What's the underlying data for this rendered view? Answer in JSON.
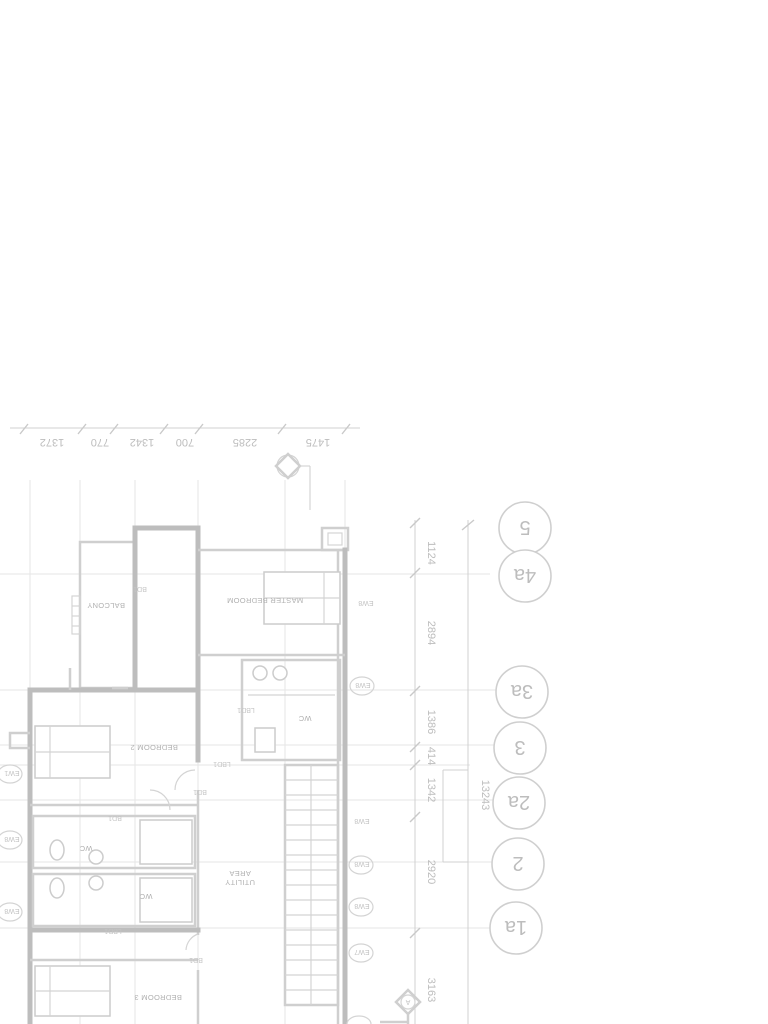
{
  "drawing": {
    "rooms": {
      "balcony": "BALCONY",
      "master_bedroom": "MASTER BEDROOM",
      "wc_upper": "WC",
      "bedroom_2": "BEDROOM 2",
      "wc_middle": "WC",
      "wc_lower": "WC",
      "utility_area": "UTILITY AREA",
      "utility_line1": "UTILITY",
      "utility_line2": "AREA",
      "bedroom_3": "BEDROOM 3"
    },
    "door_tags": {
      "d1": "BD1",
      "d2": "LBD1",
      "d3": "BD1",
      "d4": "BD1",
      "d5": "LBD1",
      "d6": "BD1",
      "d7": "LBD1"
    },
    "window_tags": {
      "w1": "EW1",
      "w2": "EW8",
      "w3": "EW8",
      "w4": "EW8",
      "w5": "EW8",
      "w6": "EW8",
      "w7": "EW8",
      "w8": "EW7",
      "w9": "EW8"
    },
    "grid_bubbles": {
      "b5": "5",
      "b4a": "4a",
      "b3a": "3a",
      "b3": "3",
      "b2a": "2a",
      "b2": "2",
      "b1a": "1a"
    },
    "dimensions_right": {
      "d1124": "1124",
      "d2894": "2894",
      "d1386": "1386",
      "d414": "414",
      "d1342": "1342",
      "d2920": "2920",
      "d3163": "3163",
      "total": "13243"
    },
    "dimensions_top": {
      "t1": "1475",
      "t2": "2285",
      "t3": "700",
      "t4": "1342",
      "t5": "770",
      "t6": "1372"
    },
    "section_marker": "A"
  }
}
